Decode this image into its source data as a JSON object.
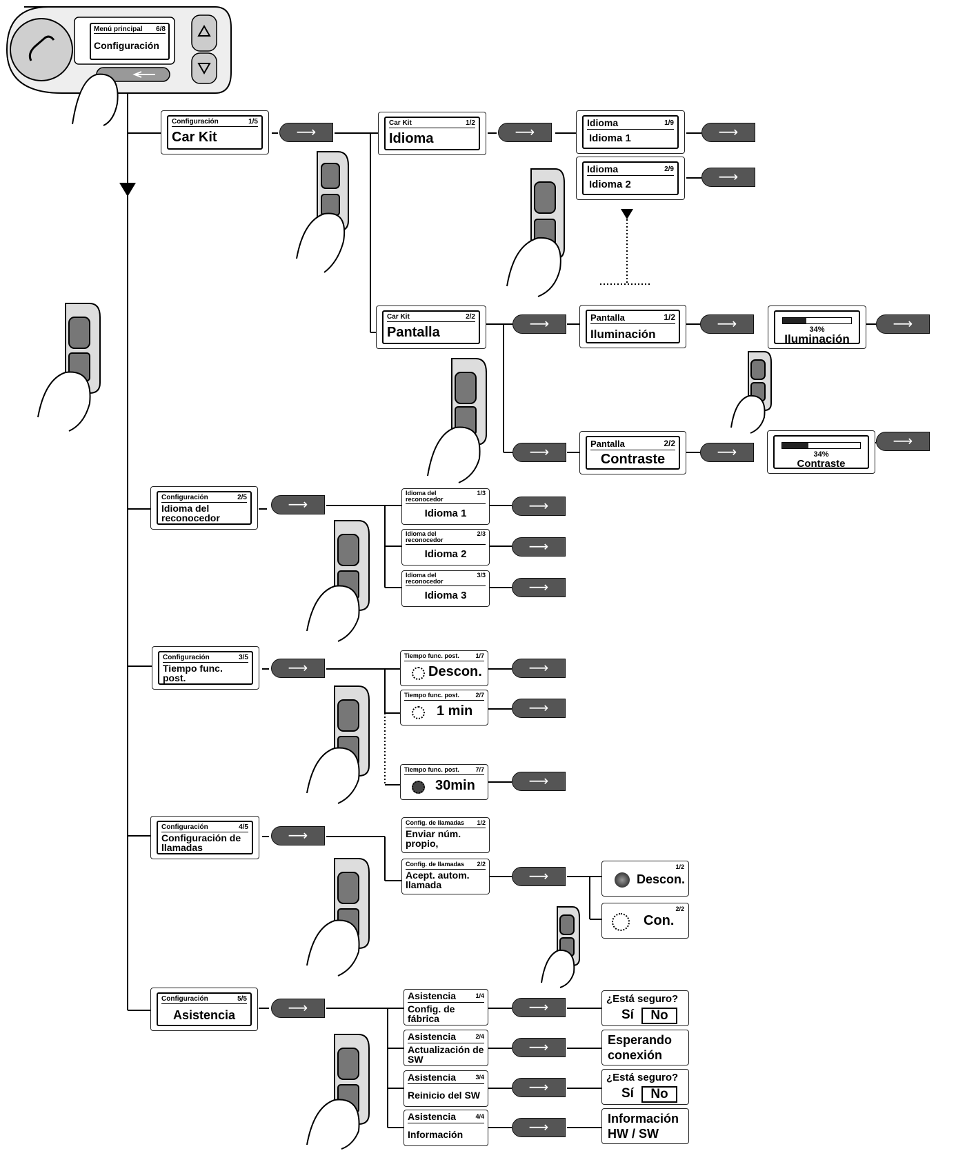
{
  "device": {
    "screen_header": "Menú principal",
    "screen_page": "6/8",
    "screen_title": "Configuración",
    "icons": [
      "phone-icon",
      "up-triangle-icon",
      "down-triangle-icon",
      "back-icon"
    ]
  },
  "car_kit": {
    "root": {
      "header": "Configuración",
      "page": "1/5",
      "title": "Car Kit"
    },
    "idioma_menu": {
      "header": "Car Kit",
      "page": "1/2",
      "title": "Idioma"
    },
    "idioma1": {
      "header": "Idioma",
      "page": "1/9",
      "title": "Idioma 1"
    },
    "idioma2": {
      "header": "Idioma",
      "page": "2/9",
      "title": "Idioma 2"
    },
    "pantalla_menu": {
      "header": "Car Kit",
      "page": "2/2",
      "title": "Pantalla"
    },
    "iluminacion": {
      "header": "Pantalla",
      "page": "1/2",
      "title": "Iluminación"
    },
    "iluminacion_level": {
      "percent": 34,
      "label": "34%",
      "title": "Iluminación"
    },
    "contraste": {
      "header": "Pantalla",
      "page": "2/2",
      "title": "Contraste"
    },
    "contraste_level": {
      "percent": 34,
      "label": "34%",
      "title": "Contraste"
    }
  },
  "reconocedor": {
    "root": {
      "header": "Configuración",
      "page": "2/5",
      "title": "Idioma del reconocedor"
    },
    "items": [
      {
        "header": "Idioma del reconocedor",
        "page": "1/3",
        "title": "Idioma 1"
      },
      {
        "header": "Idioma del reconocedor",
        "page": "2/3",
        "title": "Idioma 2"
      },
      {
        "header": "Idioma del reconocedor",
        "page": "3/3",
        "title": "Idioma 3"
      }
    ]
  },
  "tiempo": {
    "root": {
      "header": "Configuración",
      "page": "3/5",
      "title": "Tiempo func. post."
    },
    "items": [
      {
        "header": "Tiempo func. post.",
        "page": "1/7",
        "title": "Descon."
      },
      {
        "header": "Tiempo func. post.",
        "page": "2/7",
        "title": "1 min"
      },
      {
        "header": "Tiempo func. post.",
        "page": "7/7",
        "title": "30min"
      }
    ]
  },
  "llamadas": {
    "root": {
      "header": "Configuración",
      "page": "4/5",
      "title": "Configuración de llamadas"
    },
    "items": [
      {
        "header": "Config. de llamadas",
        "page": "1/2",
        "title": "Enviar núm. propio,"
      },
      {
        "header": "Config. de llamadas",
        "page": "2/2",
        "title": "Acept. autom. llamada"
      }
    ],
    "options": [
      {
        "page": "1/2",
        "title": "Descon."
      },
      {
        "page": "2/2",
        "title": "Con."
      }
    ]
  },
  "asistencia": {
    "root": {
      "header": "Configuración",
      "page": "5/5",
      "title": "Asistencia"
    },
    "items": [
      {
        "header": "Asistencia",
        "page": "1/4",
        "title": "Config. de fábrica"
      },
      {
        "header": "Asistencia",
        "page": "2/4",
        "title": "Actualización de SW"
      },
      {
        "header": "Asistencia",
        "page": "3/4",
        "title": "Reinicio del SW"
      },
      {
        "header": "Asistencia",
        "page": "4/4",
        "title": "Información"
      }
    ],
    "results": [
      {
        "line1": "¿Está seguro?",
        "yes": "Sí",
        "no": "No"
      },
      {
        "line1": "Esperando",
        "line2": "conexión"
      },
      {
        "line1": "¿Está seguro?",
        "yes": "Sí",
        "no": "No"
      },
      {
        "line1": "Información",
        "line2": "HW / SW"
      }
    ]
  }
}
